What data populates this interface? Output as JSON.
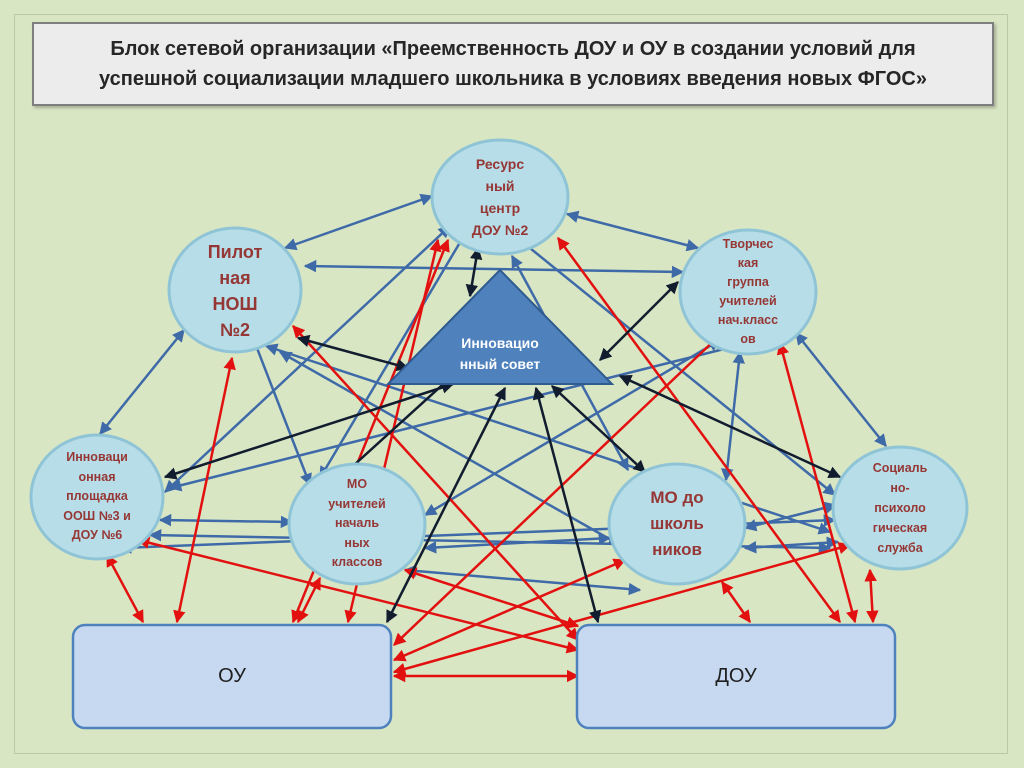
{
  "title": {
    "line1": "Блок сетевой организации  «Преемственность ДОУ и ОУ в создании условий для",
    "line2": "успешной социализации младшего школьника в условиях введения новых ФГОС»"
  },
  "nodes": {
    "resource_center": [
      "Ресурс",
      "ный",
      "центр",
      "ДОУ №2"
    ],
    "pilot_school": [
      "Пилот",
      "ная",
      "НОШ",
      "№2"
    ],
    "creative_group": [
      "Творчес",
      "кая",
      "группа",
      "учителей",
      "нач.класс",
      "ов"
    ],
    "innovation_council": [
      "Инновацио",
      "нный совет"
    ],
    "innovation_site": [
      "Инноваци",
      "онная",
      "площадка",
      "ООШ №3 и",
      "ДОУ №6"
    ],
    "mo_primary_teachers": [
      "МО",
      "учителей",
      "началь",
      "ных",
      "классов"
    ],
    "mo_preschool": [
      "МО до",
      "школь",
      "ников"
    ],
    "social_psych_service": [
      "Социаль",
      "но-",
      "психоло",
      "гическая",
      "служба"
    ]
  },
  "boxes": {
    "ou": "ОУ",
    "dou": "ДОУ"
  },
  "colors": {
    "background": "#d9e6c4",
    "circle_fill": "#b7dde8",
    "circle_stroke": "#8fc4d6",
    "node_text": "#953735",
    "triangle_fill": "#4f81bd",
    "box_fill": "#c6d9f1",
    "box_stroke": "#4f81bd",
    "arrow_blue": "#3f6aa8",
    "arrow_red": "#e31010",
    "arrow_black": "#111c2e"
  }
}
